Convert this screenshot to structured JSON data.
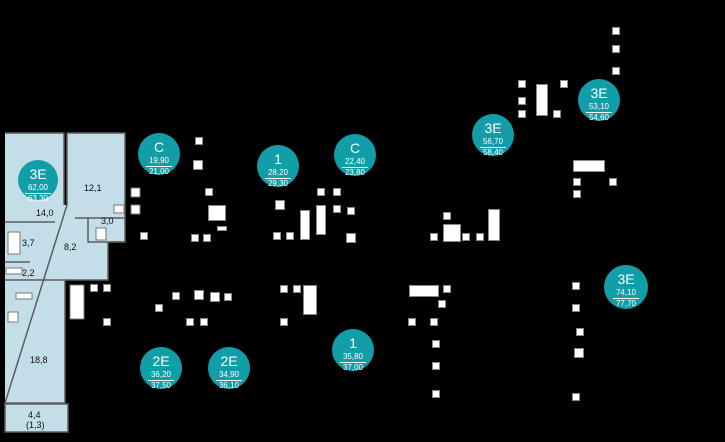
{
  "selected_plan": {
    "code": "3Е",
    "area_living": "62,00",
    "area_total": "63,30",
    "rooms": [
      {
        "id": "r1",
        "label": "12,1"
      },
      {
        "id": "r2",
        "label": "14,0"
      },
      {
        "id": "r3",
        "label": "3,0"
      },
      {
        "id": "r4",
        "label": "3,7"
      },
      {
        "id": "r5",
        "label": "8,2"
      },
      {
        "id": "r6",
        "label": "2,2"
      },
      {
        "id": "r7",
        "label": "18,8"
      },
      {
        "id": "r8",
        "label": "4,4"
      },
      {
        "id": "r9",
        "label": "(1,3)"
      }
    ]
  },
  "apartments": [
    {
      "id": "c1",
      "code": "С",
      "area_living": "19,90",
      "area_total": "21,00"
    },
    {
      "id": "one1",
      "code": "1",
      "area_living": "28,20",
      "area_total": "29,30"
    },
    {
      "id": "c2",
      "code": "С",
      "area_living": "22,40",
      "area_total": "23,80"
    },
    {
      "id": "3e2",
      "code": "3Е",
      "area_living": "56,70",
      "area_total": "58,40"
    },
    {
      "id": "3e3",
      "code": "3Е",
      "area_living": "53,10",
      "area_total": "54,60"
    },
    {
      "id": "3e4",
      "code": "3Е",
      "area_living": "74,10",
      "area_total": "77,70"
    },
    {
      "id": "one2",
      "code": "1",
      "area_living": "35,80",
      "area_total": "37,00"
    },
    {
      "id": "2e1",
      "code": "2Е",
      "area_living": "36,20",
      "area_total": "37,50"
    },
    {
      "id": "2e2",
      "code": "2Е",
      "area_living": "34,90",
      "area_total": "36,10"
    }
  ],
  "colors": {
    "background": "#000000",
    "badge": "#119ea8",
    "plan_fill": "#c3dde9"
  }
}
